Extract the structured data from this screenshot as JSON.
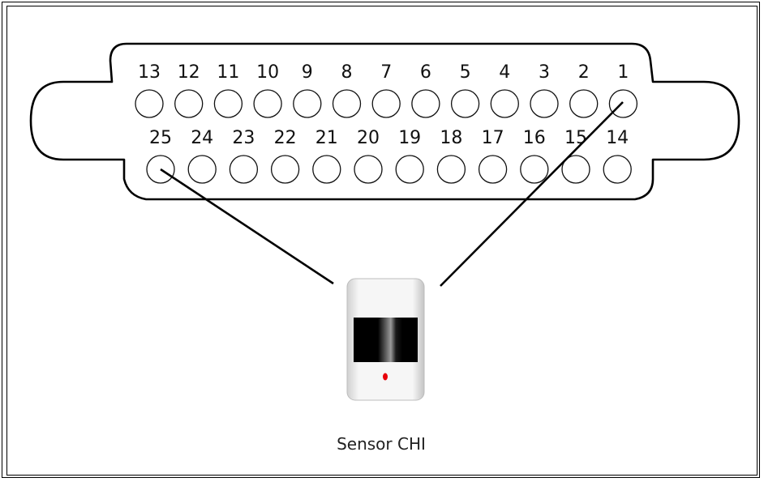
{
  "connector": {
    "top_row": [
      "13",
      "12",
      "11",
      "10",
      "9",
      "8",
      "7",
      "6",
      "5",
      "4",
      "3",
      "2",
      "1"
    ],
    "bottom_row": [
      "25",
      "24",
      "23",
      "22",
      "21",
      "20",
      "19",
      "18",
      "17",
      "16",
      "15",
      "14"
    ]
  },
  "wires": [
    {
      "from_pin": "25",
      "to": "sensor"
    },
    {
      "from_pin": "1",
      "to": "sensor"
    }
  ],
  "sensor": {
    "label": "Sensor CHI",
    "led_color": "#e8000a"
  }
}
